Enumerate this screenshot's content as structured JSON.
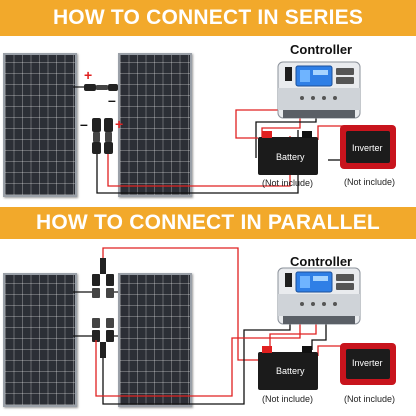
{
  "series": {
    "banner": "HOW TO CONNECT IN SERIES",
    "controller_label": "Controller",
    "battery_label": "Battery",
    "inverter_label": "Inverter",
    "battery_note": "(Not include)",
    "inverter_note": "(Not include)",
    "plus_sign": "+",
    "minus_sign": "–"
  },
  "parallel": {
    "banner": "HOW TO CONNECT IN PARALLEL",
    "controller_label": "Controller",
    "battery_label": "Battery",
    "inverter_label": "Inverter",
    "battery_note": "(Not include)",
    "inverter_note": "(Not include)"
  },
  "colors": {
    "banner": "#f2a92b",
    "wire_positive": "#e02020",
    "wire_negative": "#111111",
    "panel": "#2c2f36",
    "controller": "#e9ebee",
    "controller_screen": "#2f7fe6",
    "inverter": "#c8141d"
  }
}
